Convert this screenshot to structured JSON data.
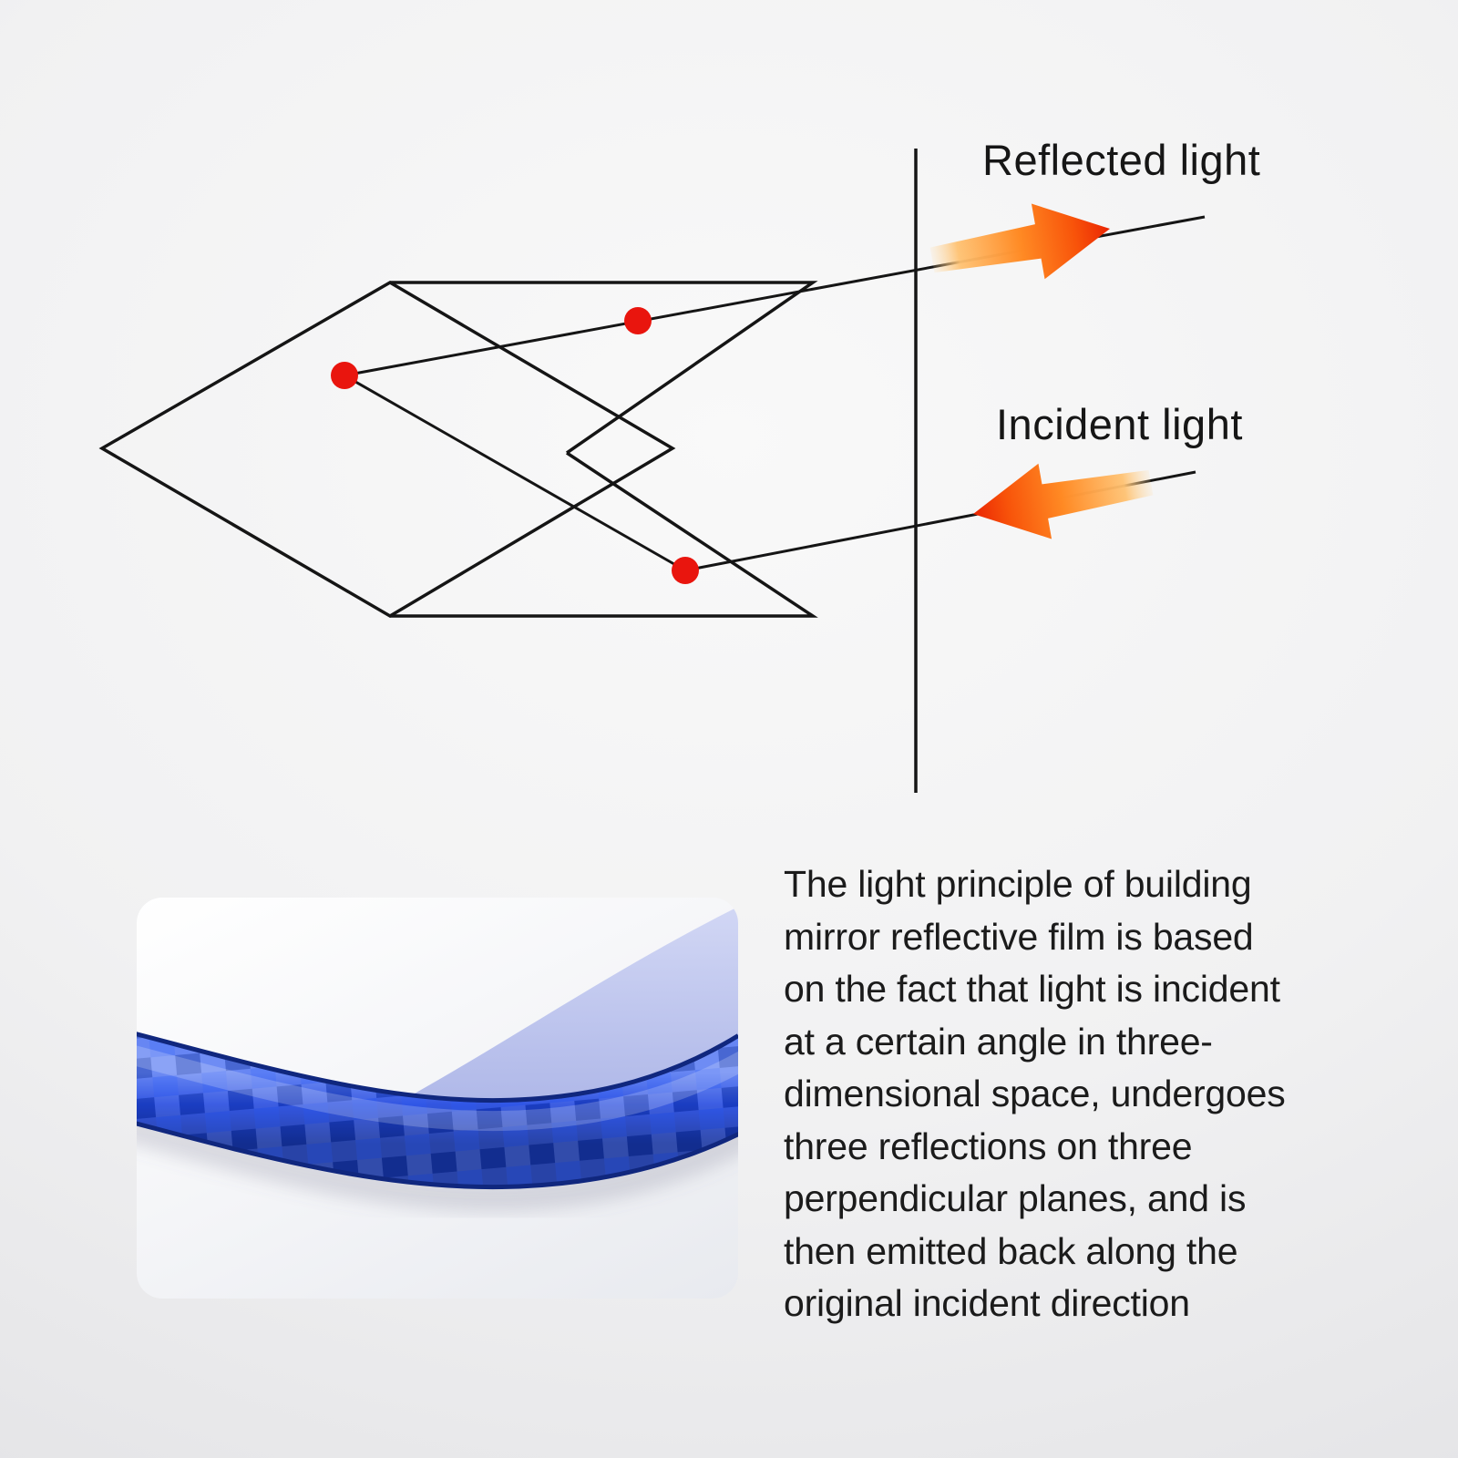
{
  "background": {
    "center": "#f9f9f9",
    "edge": "#e0e0e3"
  },
  "diagram": {
    "labels": {
      "reflected": "Reflected light",
      "incident": "Incident light"
    },
    "colors": {
      "line": "#151515",
      "dot": "#e9150e",
      "arrow_tail": "#ffd9a0",
      "arrow_mid": "#ff8a24",
      "arrow_head": "#ea2503"
    }
  },
  "photo": {
    "subject": "blue reflective film strip",
    "colors": {
      "tape": "#2147de",
      "tape_edge": "#10277e",
      "tape_backing": "#b7bfe9"
    }
  },
  "caption": {
    "lines": [
      "The light principle of building",
      "mirror reflective film is based",
      "on the fact that light is incident",
      "at a certain angle in three-",
      "dimensional space, undergoes",
      "three reflections on three",
      "perpendicular planes, and is",
      "then emitted back along the",
      "original incident direction"
    ]
  }
}
